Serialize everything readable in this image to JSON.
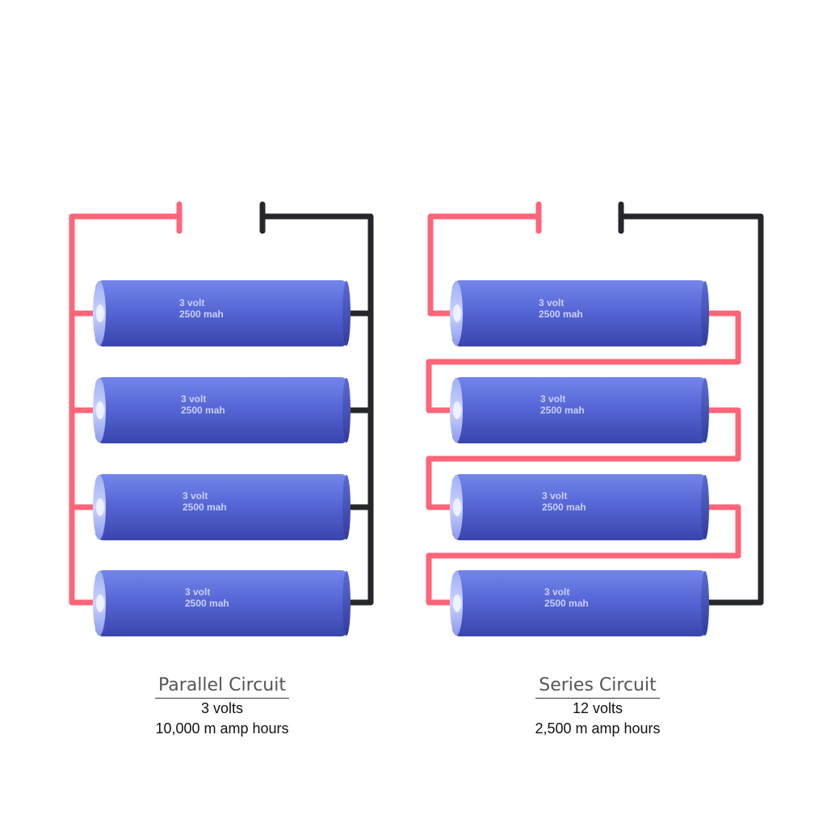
{
  "colors": {
    "positive_wire": "#ff6479",
    "negative_wire": "#25272b",
    "cell_top": "#6e82e6",
    "cell_bottom": "#3c47b0",
    "cap": "#e6ebff"
  },
  "parallel": {
    "title": "Parallel Circuit",
    "voltage": "3 volts",
    "capacity": "10,000 m amp hours",
    "cells": [
      {
        "line1": "3 volt",
        "line2": "2500 mah"
      },
      {
        "line1": "3 volt",
        "line2": "2500 mah"
      },
      {
        "line1": "3 volt",
        "line2": "2500 mah"
      },
      {
        "line1": "3 volt",
        "line2": "2500 mah"
      }
    ]
  },
  "series": {
    "title": "Series Circuit",
    "voltage": "12 volts",
    "capacity": "2,500 m amp hours",
    "cells": [
      {
        "line1": "3 volt",
        "line2": "2500 mah"
      },
      {
        "line1": "3 volt",
        "line2": "2500 mah"
      },
      {
        "line1": "3 volt",
        "line2": "2500 mah"
      },
      {
        "line1": "3 volt",
        "line2": "2500 mah"
      }
    ]
  }
}
